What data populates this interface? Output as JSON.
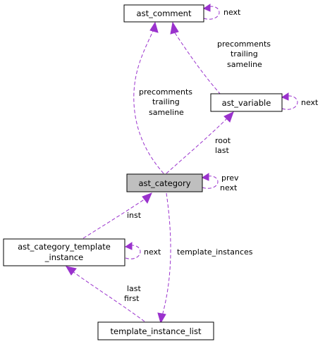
{
  "colors": {
    "edge": "#9a32cd",
    "focus_fill": "#bfbfbf",
    "node_fill": "#ffffff",
    "border": "#000000"
  },
  "nodes": {
    "ast_comment": "ast_comment",
    "ast_variable": "ast_variable",
    "ast_category": "ast_category",
    "template_instance_line1": "ast_category_template",
    "template_instance_line2": "_instance",
    "template_instance_list": "template_instance_list"
  },
  "edge_labels": {
    "comment_self": "next",
    "variable_to_comment": [
      "precomments",
      "trailing",
      "sameline"
    ],
    "variable_self": "next",
    "category_to_comment": [
      "precomments",
      "trailing",
      "sameline"
    ],
    "category_to_variable": [
      "root",
      "last"
    ],
    "category_self": [
      "prev",
      "next"
    ],
    "template_instance_to_category": "inst",
    "template_instance_self": "next",
    "list_to_category": "template_instances",
    "list_to_template_instance": [
      "last",
      "first"
    ]
  }
}
